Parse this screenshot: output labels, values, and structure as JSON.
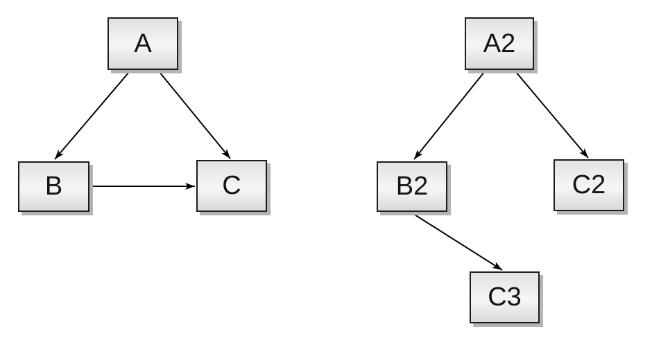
{
  "canvas": {
    "background_color": "#ffffff",
    "node_border_color": "#1c1c1c",
    "node_fill_top": "#e2e2e2",
    "node_fill_middle": "#f6f6f6",
    "node_fill_bottom": "#d9d9d9",
    "node_shadow_color": "#b4b4b4",
    "edge_color": "#000000"
  },
  "diagrams": [
    {
      "name": "left-graph",
      "nodes": [
        {
          "id": "A",
          "label": "A"
        },
        {
          "id": "B",
          "label": "B"
        },
        {
          "id": "C",
          "label": "C"
        }
      ],
      "edges": [
        {
          "from": "A",
          "to": "B"
        },
        {
          "from": "A",
          "to": "C"
        },
        {
          "from": "B",
          "to": "C"
        }
      ]
    },
    {
      "name": "right-graph",
      "nodes": [
        {
          "id": "A2",
          "label": "A2"
        },
        {
          "id": "B2",
          "label": "B2"
        },
        {
          "id": "C2",
          "label": "C2"
        },
        {
          "id": "C3",
          "label": "C3"
        }
      ],
      "edges": [
        {
          "from": "A2",
          "to": "B2"
        },
        {
          "from": "A2",
          "to": "C2"
        },
        {
          "from": "B2",
          "to": "C3"
        }
      ]
    }
  ]
}
